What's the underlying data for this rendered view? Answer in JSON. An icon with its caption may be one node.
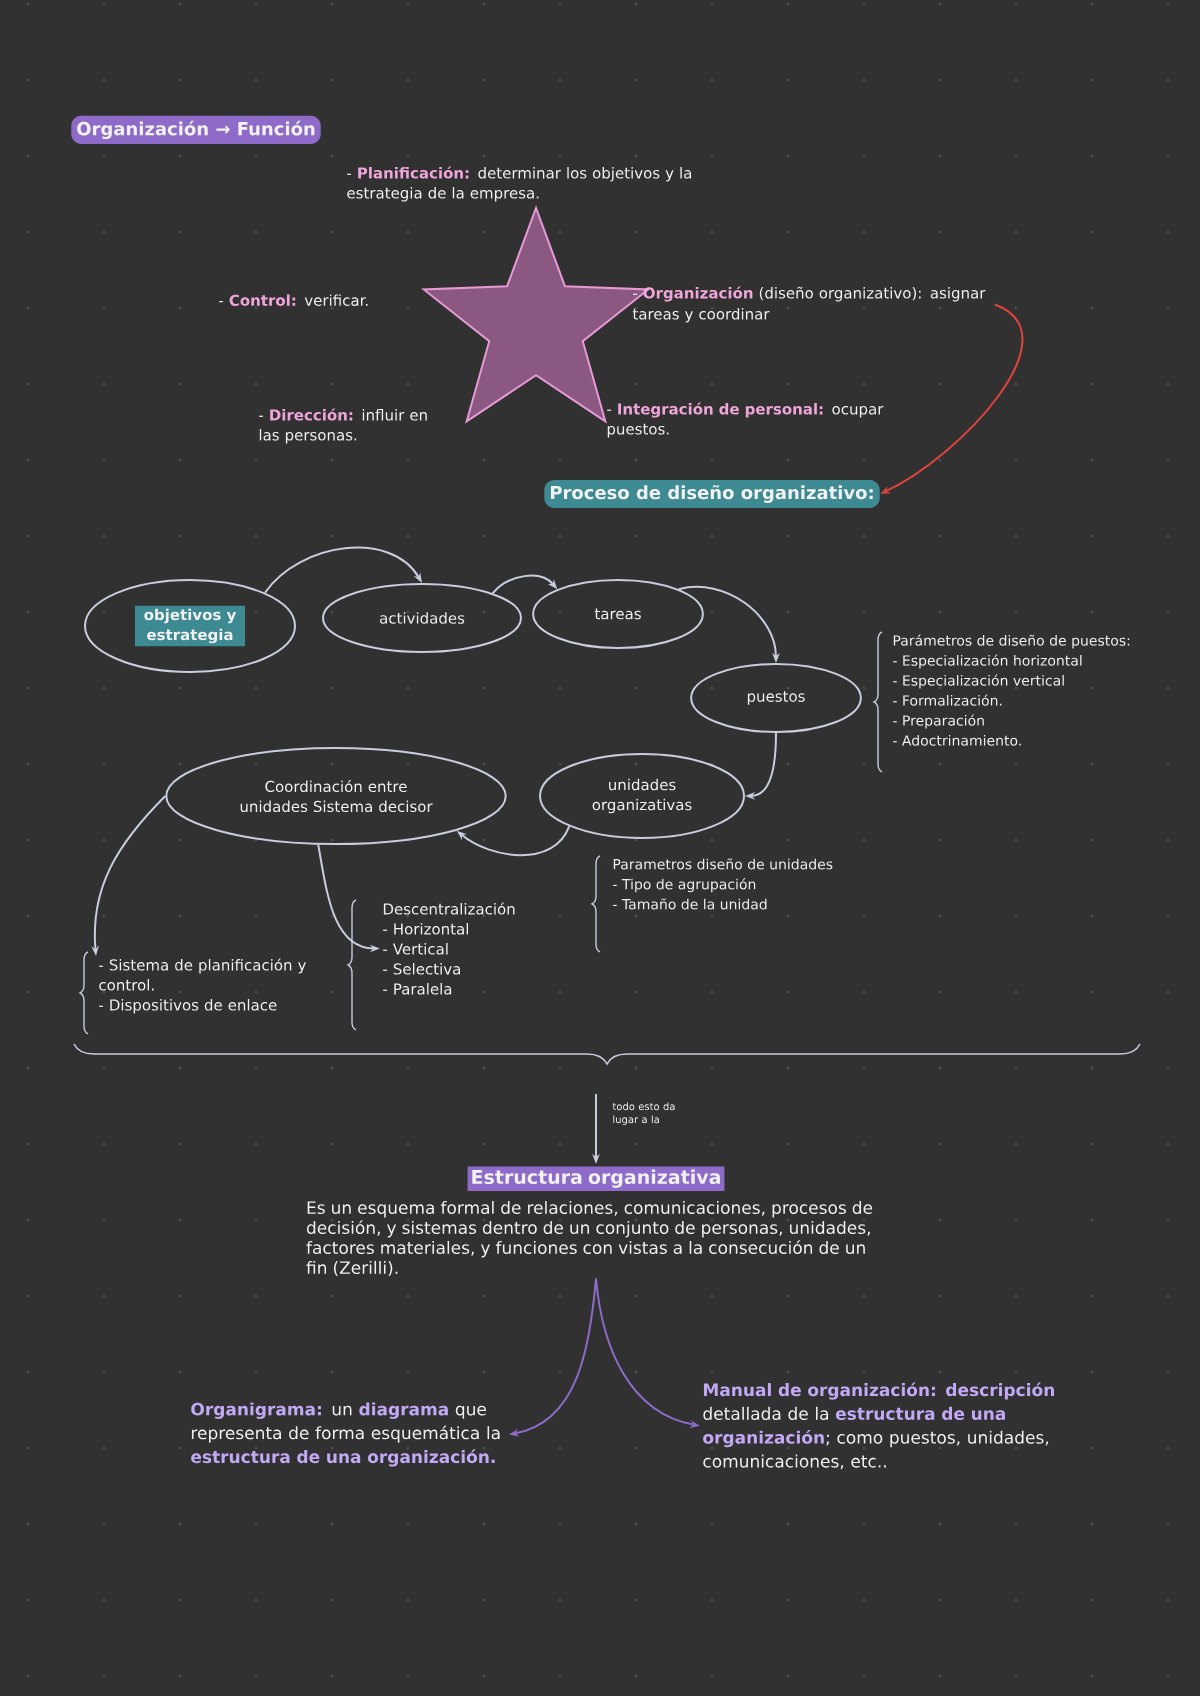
{
  "diagram": {
    "nodes": [
      {
        "text": [
          "Organización → Función"
        ]
      },
      {
        "text": [
          "- **Organización** (diseño organizativo): asignar tareas y coordinar"
        ]
      },
      {
        "text": [
          "Proceso de diseño organizativo:"
        ]
      },
      {
        "text": [
          "objetivos y estrategia"
        ]
      },
      {
        "text": [
          "actividades"
        ]
      },
      {
        "text": [
          "tareas"
        ]
      },
      {
        "text": [
          "puestos"
        ],
        "beside": [
          "Parámetros de diseño de puestos:",
          "- Especialización horizontal",
          "- Especialización vertical",
          "- Formalización.",
          "- Preparación",
          "- Adoctrinamiento."
        ]
      },
      {
        "text": [
          "unidades organizativas"
        ],
        "beside": [
          "Parametros diseño de unidades",
          "- Tipo de agrupación",
          "- Tamaño de la unidad"
        ]
      },
      {
        "text": [
          "Coordinación entre unidades Sistema decisor"
        ]
      },
      {
        "text": [
          "- Sistema de planificación y control.",
          "- Dispositivos de enlace"
        ]
      },
      {
        "text": [
          "Descentralización",
          "- Horizontal",
          "- Vertical",
          "- Selectiva",
          "- Paralela"
        ]
      },
      {
        "text": [
          "Estructura organizativa",
          "Es un esquema formal de relaciones, comunicaciones, procesos de decisión, y sistemas dentro de un conjunto de personas, unidades, factores materiales, y funciones con vistas a la consecución de un fin (Zerilli)."
        ]
      },
      {
        "text": [
          "**Organigrama:** un **diagrama** que representa de forma esquemática la **estructura de una organización.**"
        ]
      },
      {
        "text": [
          "**Manual de organización: descripción** detallada de la **estructura de una organización**; como puestos, unidades, comunicaciones, etc.."
        ]
      }
    ],
    "edges": [
      {
        "from": 1,
        "to": 2,
        "arrow": "to",
        "color": "#e0453d"
      },
      {
        "from": 3,
        "to": 4,
        "arrow": "to"
      },
      {
        "from": 4,
        "to": 5,
        "arrow": "to"
      },
      {
        "from": 5,
        "to": 6,
        "arrow": "to"
      },
      {
        "from": 6,
        "to": 7,
        "arrow": "to"
      },
      {
        "from": 7,
        "to": 8,
        "arrow": "to"
      },
      {
        "from": 8,
        "to": 9,
        "arrow": "to"
      },
      {
        "from": 8,
        "to": 10,
        "arrow": "to"
      },
      {
        "from": null,
        "to": 11,
        "arrow": "to",
        "label": "todo esto da lugar a la"
      },
      {
        "from": 11,
        "to": 12,
        "arrow": "to",
        "color": "#8e6bc9"
      },
      {
        "from": 11,
        "to": 13,
        "arrow": "to",
        "color": "#8e6bc9"
      }
    ],
    "labels": [
      "- **Planificación:** determinar los objetivos y la estrategia de la empresa.",
      "- **Control:** verificar.",
      "- **Dirección:** influir en las personas.",
      "- **Integración de personal:** ocupar puestos."
    ]
  }
}
